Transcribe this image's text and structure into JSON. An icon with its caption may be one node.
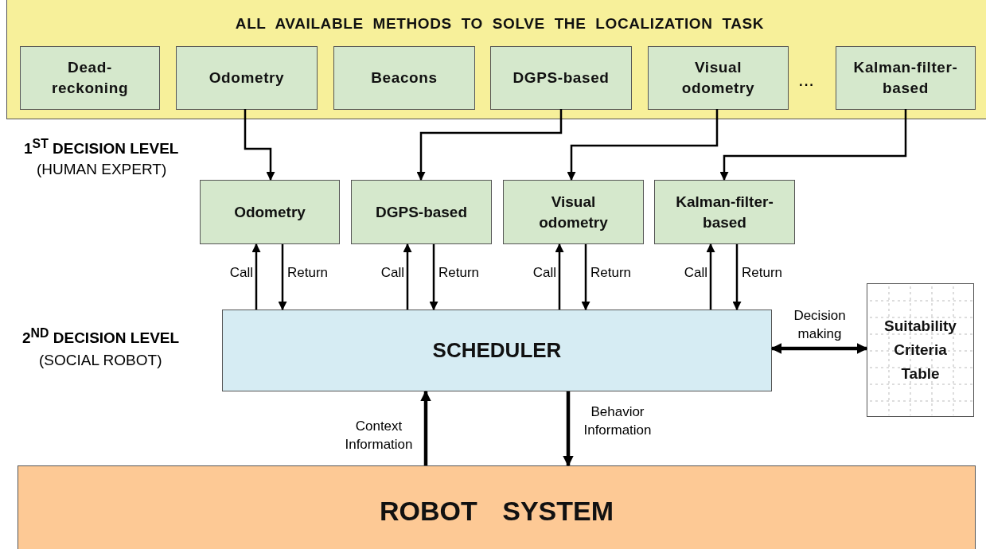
{
  "diagram": {
    "nodes": [
      {
        "text": [
          "ALL AVAILABLE METHODS TO SOLVE THE LOCALIZATION TASK"
        ]
      },
      {
        "text": [
          "Dead- reckoning"
        ],
        "in": 0
      },
      {
        "text": [
          "Odometry"
        ],
        "in": 0
      },
      {
        "text": [
          "Beacons"
        ],
        "in": 0
      },
      {
        "text": [
          "DGPS-based"
        ],
        "in": 0
      },
      {
        "text": [
          "Visual odometry"
        ],
        "in": 0
      },
      {
        "text": [
          "Kalman-filter- based"
        ],
        "in": 0
      },
      {
        "text": [
          "Odometry"
        ]
      },
      {
        "text": [
          "DGPS-based"
        ]
      },
      {
        "text": [
          "Visual odometry"
        ]
      },
      {
        "text": [
          "Kalman-filter- based"
        ]
      },
      {
        "text": [
          "SCHEDULER"
        ]
      },
      {
        "text": [
          "Suitability Criteria Table"
        ]
      },
      {
        "text": [
          "ROBOT SYSTEM"
        ]
      }
    ],
    "edges": [
      {
        "from": 2,
        "to": 7,
        "arrow": "to"
      },
      {
        "from": 4,
        "to": 8,
        "arrow": "to"
      },
      {
        "from": 5,
        "to": 9,
        "arrow": "to"
      },
      {
        "from": 6,
        "to": 10,
        "arrow": "to"
      },
      {
        "from": 11,
        "to": 7,
        "arrow": "to",
        "label": "Call"
      },
      {
        "from": 7,
        "to": 11,
        "arrow": "to",
        "label": "Return"
      },
      {
        "from": 11,
        "to": 8,
        "arrow": "to",
        "label": "Call"
      },
      {
        "from": 8,
        "to": 11,
        "arrow": "to",
        "label": "Return"
      },
      {
        "from": 11,
        "to": 9,
        "arrow": "to",
        "label": "Call"
      },
      {
        "from": 9,
        "to": 11,
        "arrow": "to",
        "label": "Return"
      },
      {
        "from": 11,
        "to": 10,
        "arrow": "to",
        "label": "Call"
      },
      {
        "from": 10,
        "to": 11,
        "arrow": "to",
        "label": "Return"
      },
      {
        "from": 11,
        "to": 12,
        "arrow": "both",
        "label": "Decision making",
        "style": "thick"
      },
      {
        "from": 13,
        "to": 11,
        "arrow": "to",
        "label": "Context Information",
        "style": "thick"
      },
      {
        "from": 11,
        "to": 13,
        "arrow": "to",
        "label": "Behavior Information",
        "style": "thick"
      }
    ],
    "labels": [
      "...",
      "1$^{ST}$ DECISION LEVEL",
      "(HUMAN EXPERT)",
      "2$^{ND}$ DECISION LEVEL",
      "(SOCIAL ROBOT)"
    ]
  }
}
